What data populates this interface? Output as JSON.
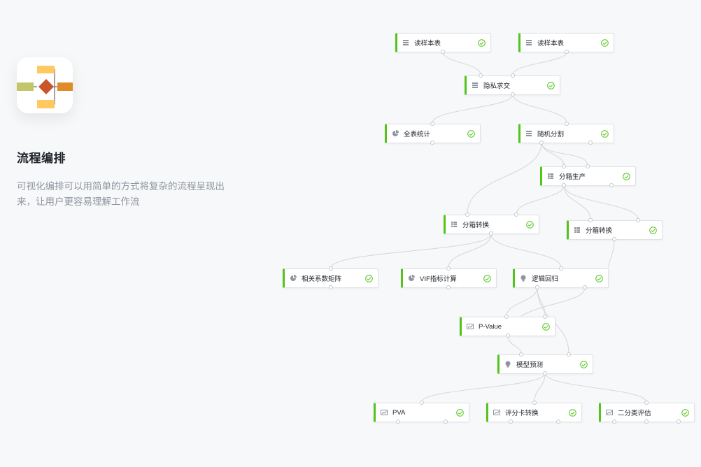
{
  "feature": {
    "title": "流程编排",
    "description": "可视化编排可以用简单的方式将复杂的流程呈现出来，让用户更容易理解工作流"
  },
  "colors": {
    "success": "#52c41a",
    "edge": "#d3d6db",
    "icon": "#8f959e",
    "orange": "#f0a93b",
    "yellow": "#ffc861",
    "olive": "#c2c56a",
    "rust": "#c9552c"
  },
  "nodes": {
    "read1": {
      "label": "读样本表",
      "icon": "table-icon",
      "status": "success"
    },
    "read2": {
      "label": "读样本表",
      "icon": "table-icon",
      "status": "success"
    },
    "psi": {
      "label": "隐私求交",
      "icon": "table-icon",
      "status": "success"
    },
    "stats": {
      "label": "全表统计",
      "icon": "pie-chart-icon",
      "status": "success"
    },
    "split": {
      "label": "随机分割",
      "icon": "table-icon",
      "status": "success"
    },
    "binning": {
      "label": "分箱生产",
      "icon": "grid-icon",
      "status": "success"
    },
    "bin_transform1": {
      "label": "分箱转换",
      "icon": "grid-icon",
      "status": "success"
    },
    "bin_transform2": {
      "label": "分箱转换",
      "icon": "grid-icon",
      "status": "success"
    },
    "corr": {
      "label": "相关系数矩阵",
      "icon": "pie-chart-icon",
      "status": "success"
    },
    "vif": {
      "label": "VIF指标计算",
      "icon": "pie-chart-icon",
      "status": "success"
    },
    "logreg": {
      "label": "逻辑回归",
      "icon": "bulb-icon",
      "status": "success"
    },
    "pvalue": {
      "label": "P-Value",
      "icon": "line-chart-icon",
      "status": "success"
    },
    "predict": {
      "label": "模型预测",
      "icon": "bulb-icon",
      "status": "success"
    },
    "pva": {
      "label": "PVA",
      "icon": "line-chart-icon",
      "status": "success"
    },
    "scorecard": {
      "label": "评分卡转换",
      "icon": "line-chart-icon",
      "status": "success"
    },
    "binary_eval": {
      "label": "二分类评估",
      "icon": "line-chart-icon",
      "status": "success"
    }
  }
}
